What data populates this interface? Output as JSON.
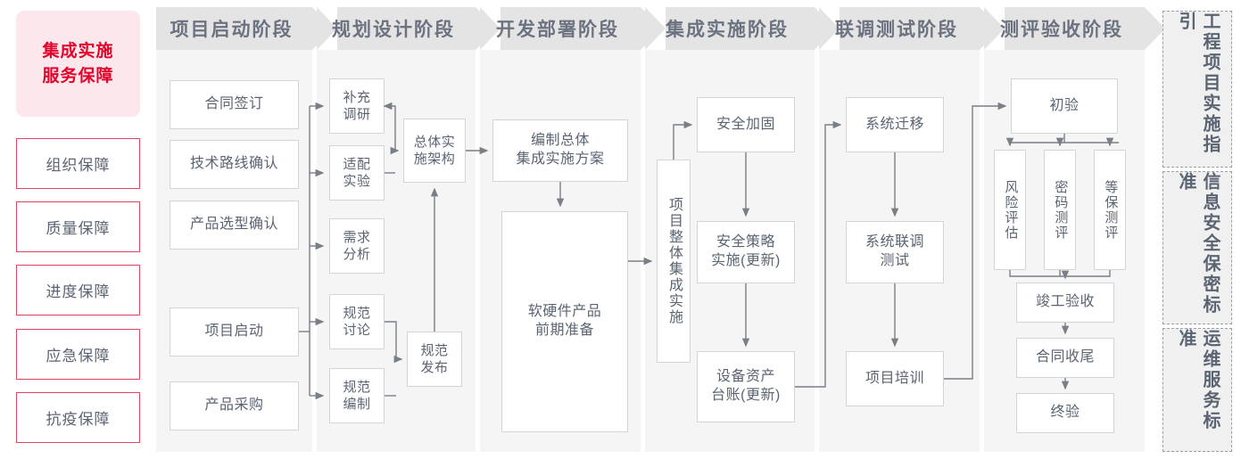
{
  "left_rail": {
    "title": "集成实施\n服务保障",
    "title_line1": "集成实施",
    "title_line2": "服务保障",
    "items": [
      {
        "label": "组织保障"
      },
      {
        "label": "质量保障"
      },
      {
        "label": "进度保障"
      },
      {
        "label": "应急保障"
      },
      {
        "label": "抗疫保障"
      }
    ],
    "accent_color": "#e2032b",
    "title_bg": "#fce8ec",
    "item_border": "#e1455f"
  },
  "phases": [
    {
      "header": "项目启动阶段",
      "nodes": [
        {
          "label": "合同签订"
        },
        {
          "label": "技术路线确认"
        },
        {
          "label": "产品选型确认"
        },
        {
          "label": "项目启动"
        },
        {
          "label": "产品采购"
        }
      ]
    },
    {
      "header": "规划设计阶段",
      "nodes": [
        {
          "label": "补充\n调研",
          "l1": "补充",
          "l2": "调研"
        },
        {
          "label": "适配\n实验",
          "l1": "适配",
          "l2": "实验"
        },
        {
          "label": "需求\n分析",
          "l1": "需求",
          "l2": "分析"
        },
        {
          "label": "规范\n讨论",
          "l1": "规范",
          "l2": "讨论"
        },
        {
          "label": "规范\n编制",
          "l1": "规范",
          "l2": "编制"
        },
        {
          "label": "总体实\n施架构",
          "l1": "总体实",
          "l2": "施架构"
        },
        {
          "label": "规范\n发布",
          "l1": "规范",
          "l2": "发布"
        }
      ]
    },
    {
      "header": "开发部署阶段",
      "nodes": [
        {
          "label": "编制总体\n集成实施方案",
          "l1": "编制总体",
          "l2": "集成实施方案"
        },
        {
          "label": "软硬件产品\n前期准备",
          "l1": "软硬件产品",
          "l2": "前期准备"
        }
      ]
    },
    {
      "header": "集成实施阶段",
      "nodes": [
        {
          "label": "项目整体集成实施"
        },
        {
          "label": "安全加固"
        },
        {
          "label": "安全策略\n实施(更新)",
          "l1": "安全策略",
          "l2": "实施(更新)"
        },
        {
          "label": "设备资产\n台账(更新)",
          "l1": "设备资产",
          "l2": "台账(更新)"
        }
      ]
    },
    {
      "header": "联调测试阶段",
      "nodes": [
        {
          "label": "系统迁移"
        },
        {
          "label": "系统联调\n测试",
          "l1": "系统联调",
          "l2": "测试"
        },
        {
          "label": "项目培训"
        }
      ]
    },
    {
      "header": "测评验收阶段",
      "nodes": [
        {
          "label": "初验"
        },
        {
          "label": "风险评估"
        },
        {
          "label": "密码测评"
        },
        {
          "label": "等保测评"
        },
        {
          "label": "竣工验收"
        },
        {
          "label": "合同收尾"
        },
        {
          "label": "终验"
        }
      ]
    }
  ],
  "standards": [
    {
      "label": "工程项目实施指引"
    },
    {
      "label": "信息安全保密标准"
    },
    {
      "label": "运维服务标准"
    }
  ],
  "colors": {
    "column_bg": "#f5f5f5",
    "header_bg": "#e4e4e4",
    "node_border": "#d4d4d4",
    "text": "#5b6472",
    "wire": "#7a7f87"
  }
}
